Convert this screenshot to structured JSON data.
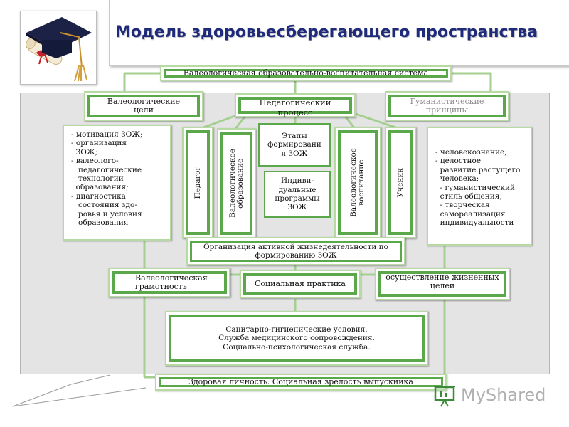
{
  "header": {
    "title": "Модель здоровьесберегающего пространства"
  },
  "nodes": {
    "system": "Валеологическая образовательно-воспитательная система",
    "goals": "Валеологические\nцели",
    "process": "Педагогический\nпроцесс",
    "principles": "Гуманистические\nпринципы",
    "teacher": "Педагог",
    "val_education": "Валеологическое\nобразование",
    "stages": "Этапы\nформировани\nя ЗОЖ",
    "programs": "Индиви-\nдуальные\nпрограммы\nЗОЖ",
    "val_upbringing": "Валеологическое\nвоспитание",
    "student": "Ученик",
    "organization": "Организация активной жизнедеятельности по\nформированию ЗОЖ",
    "literacy": "Валеологическая\nграмотность",
    "social_practice": "Социальная практика",
    "life_goals": "осуществление жизненных\nцелей",
    "sanitary": "Санитарно-гигиенические условия.\nСлужба медицинского сопровождения.\nСоциально-психологическая служба.",
    "result": "Здоровая личность. Социальная зрелость выпускника"
  },
  "goals_list": "- мотивация ЗОЖ;\n- организация\n  ЗОЖ;\n- валеолого-\n   педагогические\n   технологии\n  образования;\n- диагностика\n   состояния здо-\n   ровья и условия\n   образования",
  "principles_list": "- человекознание;\n- целостное\n  развитие растущего\n  человека;\n  - гуманистический\n  стиль общения;\n  - творческая\n  самореализация\n  индивидуальности",
  "watermark": {
    "text": "MyShared",
    "icon": "presentation-board-icon"
  },
  "colors": {
    "green_border": "#5aa849",
    "light_green": "#b7d9a2",
    "title_blue": "#1f2b7a",
    "panel_gray": "#e4e4e4"
  }
}
